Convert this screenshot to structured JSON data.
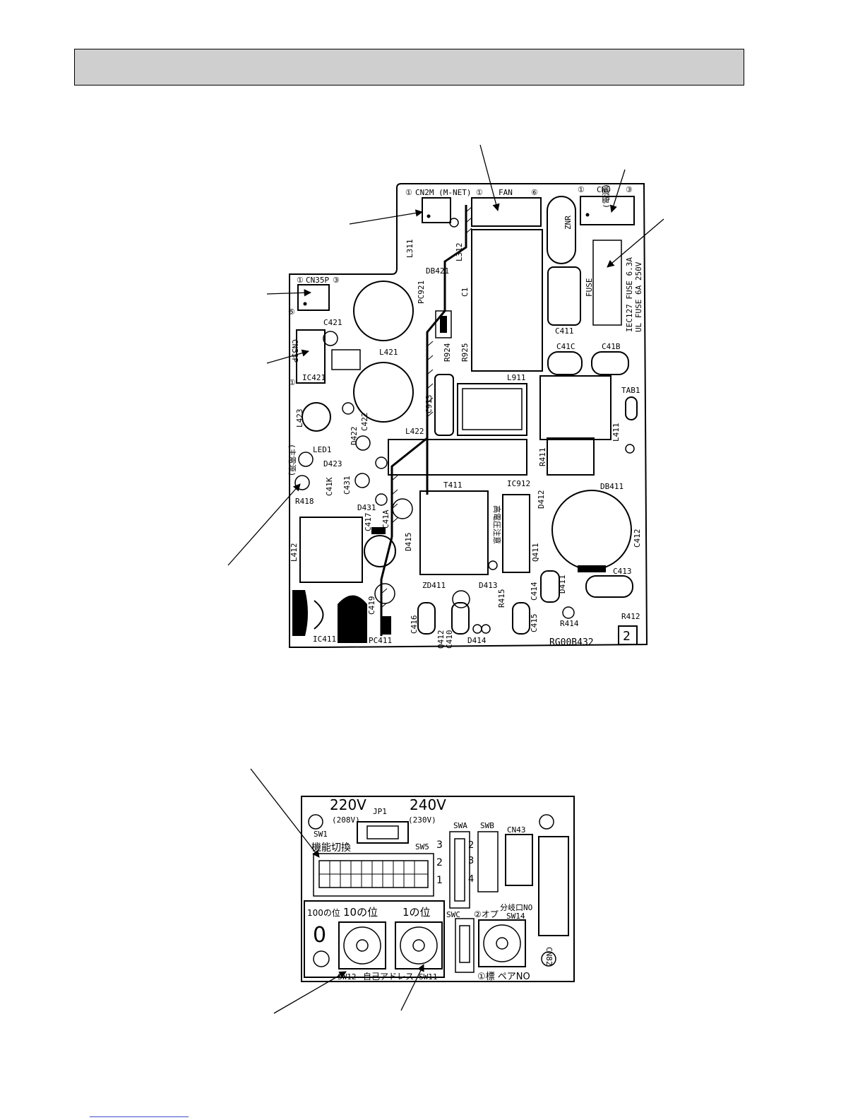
{
  "main_board": {
    "board_id": "RG00B432",
    "board_number": "2",
    "connectors": {
      "cn2m": "CN2M (M-NET)",
      "fan": "FAN",
      "cnd": "CND",
      "cn35p": "CN35P",
      "cn53p": "CN53P"
    },
    "pin_labels": {
      "p1": "①",
      "p3": "③",
      "p5": "⑤",
      "p6": "⑥"
    },
    "power_label": "(電源)",
    "main_power_label": "(主電源)",
    "hv_label": "高電圧注意",
    "fuse": {
      "label": "FUSE",
      "rating_1": "IEC127 FUSE 6.3A",
      "rating_2": "UL FUSE 6A 250V"
    },
    "parts": {
      "l311": "L311",
      "l312": "L312",
      "db421": "DB421",
      "pc921": "PC921",
      "c1": "C1",
      "c421": "C421",
      "l421": "L421",
      "ic421": "IC421",
      "r924": "R924",
      "r925": "R925",
      "c913": "C913",
      "l911": "L911",
      "c411": "C411",
      "c41c": "C41C",
      "c41b": "C41B",
      "tab1": "TAB1",
      "znr": "ZNR",
      "l423": "L423",
      "d422": "D422",
      "c422": "C422",
      "led1": "LED1",
      "d423": "D423",
      "c41k": "C41K",
      "c431": "C431",
      "l422": "L422",
      "ic912": "IC912",
      "r411": "R411",
      "l411": "L411",
      "d412": "D412",
      "db411": "DB411",
      "t411": "T411",
      "r418": "R418",
      "d431": "D431",
      "c41a": "C41A",
      "l412": "L412",
      "c417": "C417",
      "d415": "D415",
      "q411": "Q411",
      "c412": "C412",
      "c413": "C413",
      "zd411": "ZD411",
      "d413": "D413",
      "r415": "R415",
      "c414": "C414",
      "d411": "D411",
      "c419": "C419",
      "c416": "C416",
      "c410": "C410",
      "q412": "Q412",
      "c415": "C415",
      "r414": "R414",
      "r412": "R412",
      "ic411": "IC411",
      "pc411": "PC411",
      "d414": "D414"
    }
  },
  "sub_board": {
    "v220": "220V",
    "v208": "(208V)",
    "v240": "240V",
    "v230": "(230V)",
    "jp1": "JP1",
    "sw1": "SW1",
    "function_select": "機能切換",
    "sw5": "SW5",
    "swa": "SWA",
    "swb": "SWB",
    "cn43": "CN43",
    "cn82": "CN82",
    "sw_nums": [
      "3",
      "2",
      "1"
    ],
    "swb_nums": [
      "2",
      "3",
      "4"
    ],
    "hundreds": "100の位",
    "tens": "10の位",
    "ones": "1の位",
    "zero": "0",
    "sw12": "SW12",
    "self_address": "自己アドレス",
    "sw11": "SW11",
    "swc": "SWC",
    "option": "②オプ",
    "branch_no": "分岐口NO",
    "sw14": "SW14",
    "pair_no": "①標 ペアNO"
  }
}
